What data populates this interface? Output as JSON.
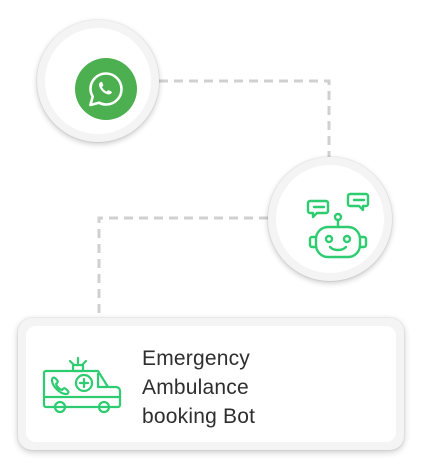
{
  "colors": {
    "whatsapp_green": "#4caf50",
    "accent_green": "#2ecc71",
    "connector": "#d0d0d0",
    "text": "#2e2e2e"
  },
  "nodes": {
    "whatsapp": {
      "icon": "whatsapp-icon"
    },
    "bot": {
      "icon": "chatbot-robot-icon"
    }
  },
  "card": {
    "icon": "ambulance-icon",
    "title_lines": [
      "Emergency",
      "Ambulance",
      "booking Bot"
    ]
  }
}
